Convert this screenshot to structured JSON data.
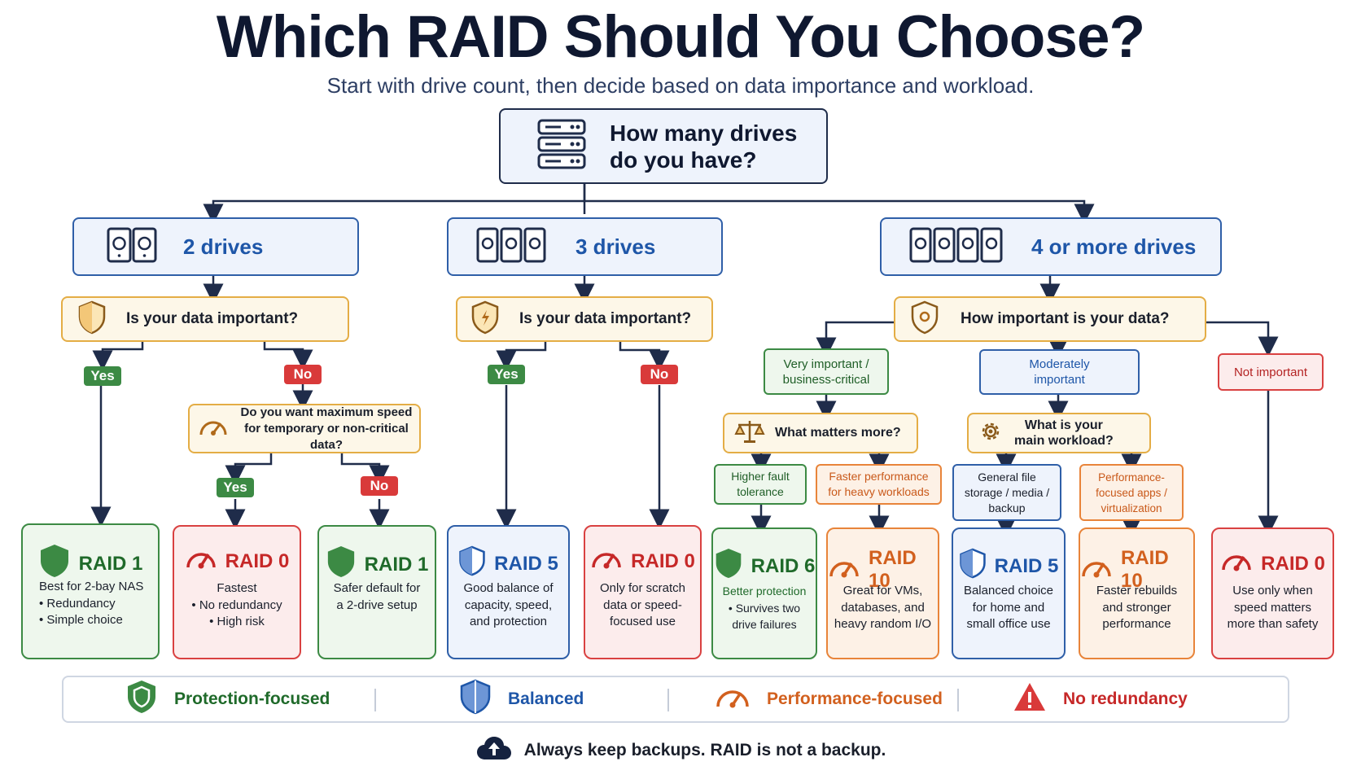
{
  "title": "Which RAID Should You Choose?",
  "subtitle": "Start with drive count, then decide based on data importance and workload.",
  "root": {
    "line1": "How many drives",
    "line2": "do you have?"
  },
  "drives": {
    "two": "2 drives",
    "three": "3 drives",
    "four": "4 or more drives"
  },
  "questions": {
    "two": "Is your data important?",
    "three": "Is your data important?",
    "four": "How important is your data?",
    "speed_l1": "Do you want maximum speed",
    "speed_l2": "for temporary or non-critical data?",
    "matters": "What matters more?",
    "workload_l1": "What is your",
    "workload_l2": "main workload?"
  },
  "answers": {
    "yes": "Yes",
    "no": "No"
  },
  "importance": {
    "very_l1": "Very important /",
    "very_l2": "business-critical",
    "moderate_l1": "Moderately",
    "moderate_l2": "important",
    "not": "Not important"
  },
  "options": {
    "fault_l1": "Higher fault",
    "fault_l2": "tolerance",
    "perf_l1": "Faster performance",
    "perf_l2": "for heavy workloads",
    "general_l1": "General file",
    "general_l2": "storage / media /",
    "general_l3": "backup",
    "virt_l1": "Performance-",
    "virt_l2": "focused apps /",
    "virt_l3": "virtualization"
  },
  "cards": [
    {
      "title": "RAID 1",
      "lines": [
        "Best for 2-bay NAS",
        "• Redundancy",
        "• Simple choice"
      ],
      "variant": "protection"
    },
    {
      "title": "RAID 0",
      "lines": [
        "Fastest",
        "• No redundancy",
        "• High risk"
      ],
      "variant": "performance-risk"
    },
    {
      "title": "RAID 1",
      "lines": [
        "Safer default for",
        "a 2-drive setup"
      ],
      "variant": "protection"
    },
    {
      "title": "RAID 5",
      "lines": [
        "Good balance of",
        "capacity, speed,",
        "and protection"
      ],
      "variant": "balanced"
    },
    {
      "title": "RAID 0",
      "lines": [
        "Only for scratch",
        "data or speed-",
        "focused use"
      ],
      "variant": "performance-risk"
    },
    {
      "title": "RAID 6",
      "lines": [
        "Better protection",
        "• Survives two",
        "drive failures"
      ],
      "variant": "protection"
    },
    {
      "title": "RAID 10",
      "lines": [
        "Great for VMs,",
        "databases, and",
        "heavy random I/O"
      ],
      "variant": "performance"
    },
    {
      "title": "RAID 5",
      "lines": [
        "Balanced choice",
        "for home and",
        "small office use"
      ],
      "variant": "balanced"
    },
    {
      "title": "RAID 10",
      "lines": [
        "Faster rebuilds",
        "and stronger",
        "performance"
      ],
      "variant": "performance"
    },
    {
      "title": "RAID 0",
      "lines": [
        "Use only when",
        "speed matters",
        "more than safety"
      ],
      "variant": "performance-risk"
    }
  ],
  "legend": {
    "protection": "Protection-focused",
    "balanced": "Balanced",
    "performance": "Performance-focused",
    "none": "No redundancy"
  },
  "footer": "Always keep backups. RAID is not a backup.",
  "colors": {
    "navy": "#0f1830",
    "blue": "#1e56a8",
    "green": "#3c8a44",
    "red": "#d93a3a",
    "orange": "#e8843a",
    "amber": "#e4ad45"
  }
}
